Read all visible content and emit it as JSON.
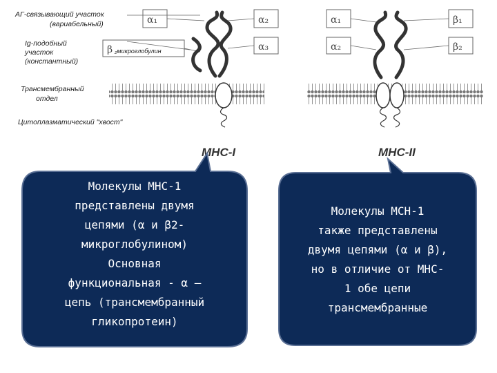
{
  "labels": {
    "ag_binding": "АГ-связывающий участок",
    "ag_binding_sub": "(вариабельный)",
    "ig_like": "Ig-подобный",
    "ig_like_2": "участок",
    "ig_like_sub": "(константный)",
    "transmembrane": "Трансмембранный",
    "transmembrane_2": "отдел",
    "cytoplasmic": "Цитоплазматический \"хвост\""
  },
  "mhc1": {
    "title": "MHC-I",
    "alpha1": "α₁",
    "alpha2": "α₂",
    "alpha3": "α₃",
    "beta2": "β",
    "beta2_sub": "₂микроглобулин"
  },
  "mhc2": {
    "title": "MHC-II",
    "alpha1": "α₁",
    "alpha2": "α₂",
    "beta1": "β₁",
    "beta2": "β₂"
  },
  "callouts": {
    "left": [
      "Молекулы МНС-1",
      "представлены двумя",
      "цепями (α и β2-",
      "микроглобулином)",
      "Основная",
      "функциональная - α –",
      "цепь (трансмембранный",
      "гликопротеин)"
    ],
    "right": [
      "Молекулы МСН-1",
      "также представлены",
      "двумя цепями (α и β),",
      "но в отличие от МНС-",
      "1 обе цепи",
      "трансмембранные"
    ]
  },
  "colors": {
    "callout_fill": "#0d2a57",
    "callout_stroke": "#5a6f94",
    "membrane": "#777777",
    "chain": "#333333"
  }
}
